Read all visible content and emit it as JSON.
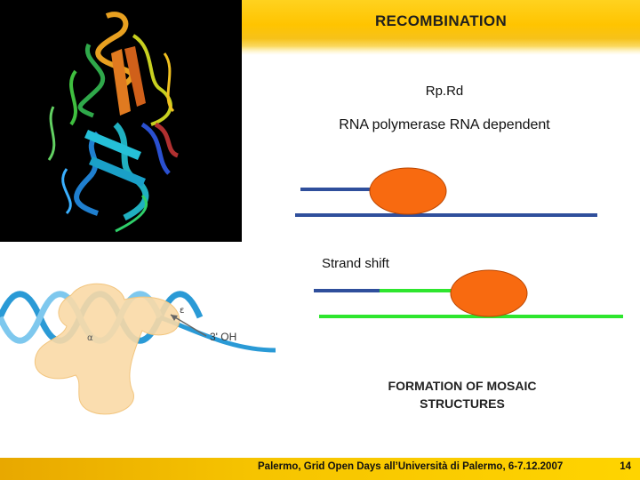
{
  "slide": {
    "title": "RECOMBINATION",
    "line1": "Rp.Rd",
    "line2": "RNA polymerase RNA dependent",
    "line3": "Strand shift",
    "line4a": "FORMATION OF MOSAIC",
    "line4b": "STRUCTURES",
    "footer": "Palermo, Grid Open Days all’Università di Palermo, 6-7.12.2007",
    "page_number": "14"
  },
  "polymerase_figure": {
    "label_epsilon": "ε",
    "label_alpha": "α",
    "label_3oh": "3' OH"
  },
  "colors": {
    "header_yellow": "#ffc400",
    "strand_blue": "#2f4f9c",
    "strand_green": "#2ee62e",
    "polymerase_orange": "#f86a10",
    "protein_tan": "#f9d9a6",
    "dna_blue": "#2a9ad6"
  }
}
